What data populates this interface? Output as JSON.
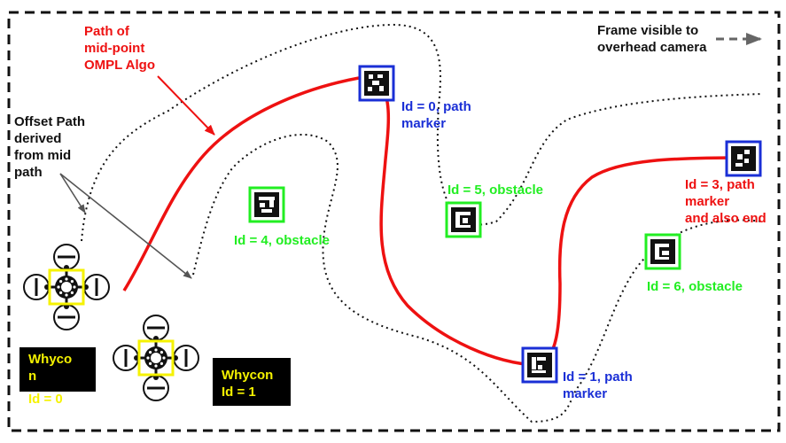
{
  "labels": {
    "frame_visible": "Frame visible to\noverhead camera",
    "path_mid": "Path of\nmid-point\nOMPL Algo",
    "offset_path": "Offset Path\nderived\nfrom mid\npath",
    "id0": "Id = 0, path\nmarker",
    "id1": "Id = 1, path\nmarker",
    "id3": "Id = 3, path\nmarker\nand also end",
    "id4": "Id = 4, obstacle",
    "id5": "Id = 5, obstacle",
    "id6": "Id = 6, obstacle",
    "whycon0_name": "Whyco\nn",
    "whycon0_id": "Id = 0",
    "whycon1_name": "Whycon",
    "whycon1_id": "Id = 1"
  },
  "colors": {
    "path": "#ee1111",
    "path_marker_border": "#1a2fd6",
    "obstacle_border": "#22ee22",
    "whycon_text": "#f5f200",
    "frame_border": "#111111",
    "drone_frame": "#f5f200"
  },
  "icons": {
    "drone": "quadcopter-icon",
    "arrow": "arrow-right-icon",
    "marker": "aruco-marker-icon"
  }
}
